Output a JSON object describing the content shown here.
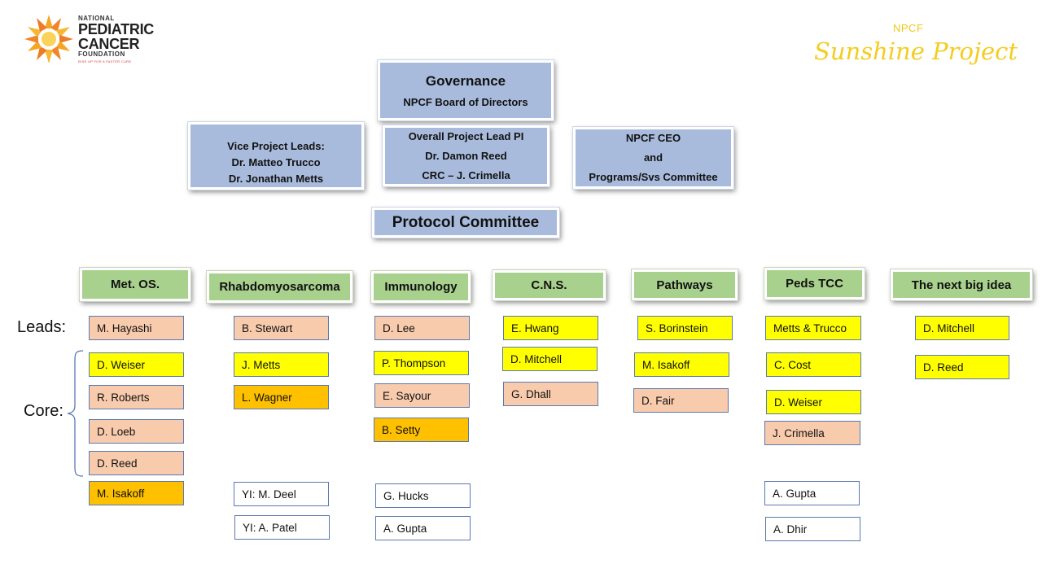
{
  "logo": {
    "line1": "NATIONAL",
    "line2": "PEDIATRIC",
    "line3": "CANCER",
    "line4": "FOUNDATION",
    "tagline": "RISE UP FOR A FASTER CURE"
  },
  "brand": {
    "npcf": "NPCF",
    "project": "Sunshine Project"
  },
  "top": {
    "governance": {
      "title": "Governance",
      "sub": "NPCF Board of Directors"
    },
    "vice": [
      "Vice Project Leads:",
      "Dr. Matteo Trucco",
      "Dr.  Jonathan Metts"
    ],
    "overall": [
      "Overall Project Lead PI",
      "Dr. Damon Reed",
      "CRC – J. Crimella"
    ],
    "ceo": [
      "NPCF CEO",
      "and",
      "Programs/Svs Committee"
    ],
    "protocol": "Protocol Committee"
  },
  "labels": {
    "leads": "Leads:",
    "core": "Core:"
  },
  "columns": [
    {
      "title": "Met. OS.",
      "people": [
        {
          "name": "M. Hayashi",
          "color": "peach"
        },
        {
          "name": "D. Weiser",
          "color": "yellow"
        },
        {
          "name": "R. Roberts",
          "color": "peach"
        },
        {
          "name": "D. Loeb",
          "color": "peach"
        },
        {
          "name": "D. Reed",
          "color": "peach"
        },
        {
          "name": "M. Isakoff",
          "color": "orange"
        }
      ]
    },
    {
      "title": "Rhabdomyosarcoma",
      "people": [
        {
          "name": "B. Stewart",
          "color": "peach"
        },
        {
          "name": "J. Metts",
          "color": "yellow"
        },
        {
          "name": "L. Wagner",
          "color": "orange"
        },
        {
          "name": "YI: M. Deel",
          "color": "white"
        },
        {
          "name": "YI:  A. Patel",
          "color": "white"
        }
      ]
    },
    {
      "title": "Immunology",
      "people": [
        {
          "name": "D. Lee",
          "color": "peach"
        },
        {
          "name": "P. Thompson",
          "color": "yellow"
        },
        {
          "name": "E. Sayour",
          "color": "peach"
        },
        {
          "name": "B. Setty",
          "color": "orange"
        },
        {
          "name": "G. Hucks",
          "color": "white"
        },
        {
          "name": "A. Gupta",
          "color": "white"
        }
      ]
    },
    {
      "title": "C.N.S.",
      "people": [
        {
          "name": "E. Hwang",
          "color": "yellow"
        },
        {
          "name": "D. Mitchell",
          "color": "yellow"
        },
        {
          "name": "G. Dhall",
          "color": "peach"
        }
      ]
    },
    {
      "title": "Pathways",
      "people": [
        {
          "name": "S. Borinstein",
          "color": "yellow"
        },
        {
          "name": "M. Isakoff",
          "color": "yellow"
        },
        {
          "name": "D. Fair",
          "color": "peach"
        }
      ]
    },
    {
      "title": "Peds TCC",
      "people": [
        {
          "name": "Metts & Trucco",
          "color": "yellow"
        },
        {
          "name": "C. Cost",
          "color": "yellow"
        },
        {
          "name": "D. Weiser",
          "color": "yellow"
        },
        {
          "name": "J. Crimella",
          "color": "peach"
        },
        {
          "name": "A. Gupta",
          "color": "white"
        },
        {
          "name": "A. Dhir",
          "color": "white"
        }
      ]
    },
    {
      "title": "The next big idea",
      "people": [
        {
          "name": "D. Mitchell",
          "color": "yellow"
        },
        {
          "name": "D. Reed",
          "color": "yellow"
        }
      ]
    }
  ]
}
